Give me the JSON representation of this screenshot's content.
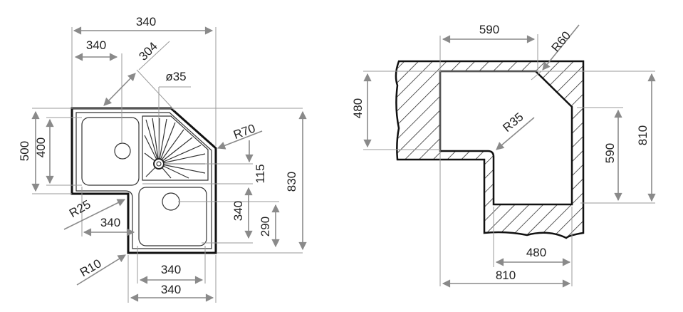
{
  "sink_drawing": {
    "dimensions": {
      "top_overall_width": "340",
      "top_bowl_width": "340",
      "diagonal": "304",
      "drain_diameter": "ø35",
      "chamfer_radius": "R70",
      "overall_height": "830",
      "left_outer_height": "500",
      "left_bowl_height": "400",
      "drain_offset": "115",
      "right_height": "340",
      "right_bowl_height": "290",
      "inner_radius": "R25",
      "inner_width": "340",
      "corner_radius": "R10",
      "bottom_bowl_width": "340",
      "bottom_overall_width": "340"
    }
  },
  "cutout_drawing": {
    "dimensions": {
      "top_width": "590",
      "chamfer_radius": "R60",
      "left_height": "480",
      "inner_radius": "R35",
      "right_overall_height": "810",
      "right_inner_height": "590",
      "bottom_inner_width": "480",
      "bottom_overall_width": "810"
    }
  },
  "colors": {
    "line": "#111111",
    "dimension": "#8a8a8a"
  }
}
